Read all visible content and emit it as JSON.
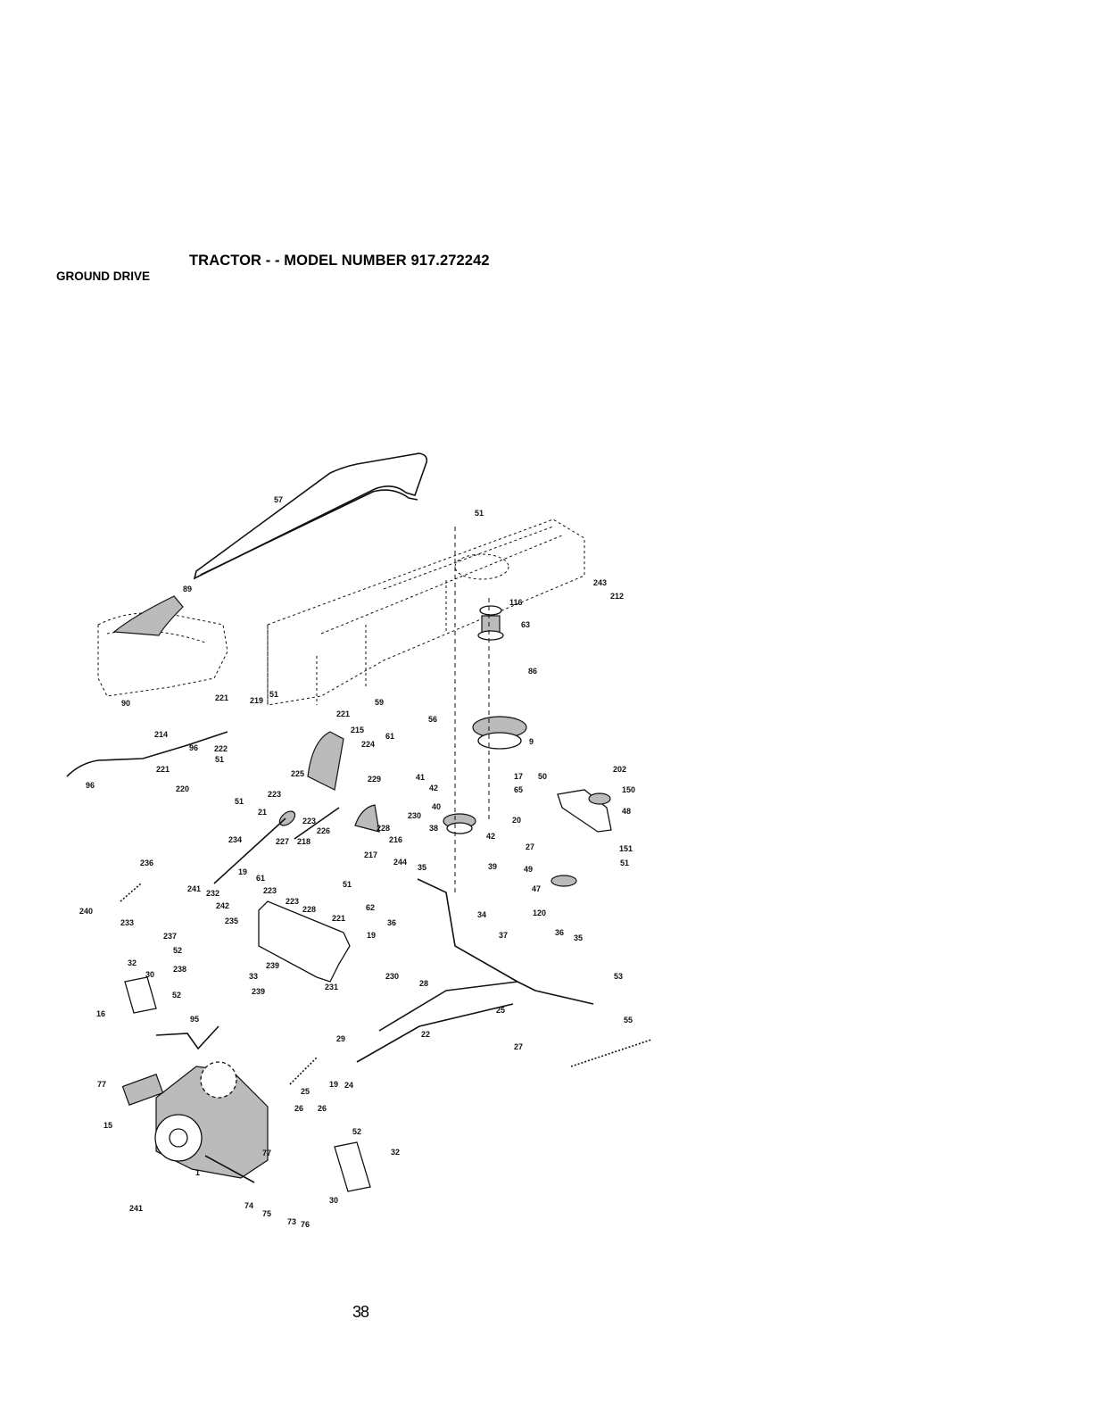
{
  "document": {
    "title": "TRACTOR - - MODEL NUMBER 917.272242",
    "section": "GROUND DRIVE",
    "page_number": "38"
  },
  "callouts": [
    "57",
    "51",
    "243",
    "212",
    "116",
    "89",
    "63",
    "86",
    "90",
    "59",
    "221",
    "219",
    "51",
    "221",
    "56",
    "9",
    "61",
    "214",
    "96",
    "215",
    "224",
    "222",
    "51",
    "221",
    "225",
    "229",
    "41",
    "17",
    "50",
    "202",
    "96",
    "220",
    "51",
    "223",
    "42",
    "65",
    "150",
    "230",
    "40",
    "21",
    "223",
    "228",
    "226",
    "20",
    "48",
    "216",
    "38",
    "42",
    "234",
    "227",
    "218",
    "27",
    "151",
    "51",
    "217",
    "244",
    "35",
    "19",
    "39",
    "49",
    "236",
    "61",
    "51",
    "240",
    "241",
    "232",
    "223",
    "223",
    "62",
    "47",
    "242",
    "228",
    "233",
    "235",
    "221",
    "36",
    "120",
    "34",
    "237",
    "19",
    "52",
    "37",
    "36",
    "35",
    "238",
    "239",
    "33",
    "32",
    "239",
    "230",
    "30",
    "231",
    "53",
    "52",
    "28",
    "16",
    "25",
    "95",
    "55",
    "29",
    "22",
    "27",
    "77",
    "19",
    "24",
    "25",
    "26",
    "26",
    "15",
    "52",
    "77",
    "32",
    "1",
    "30",
    "241",
    "74",
    "75",
    "73",
    "76"
  ]
}
